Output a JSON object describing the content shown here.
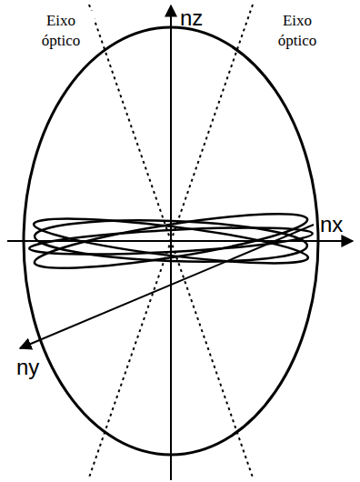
{
  "diagram": {
    "labels": [
      "Eixo óptico",
      "Eixo óptico",
      "nz",
      "nx",
      "ny"
    ]
  }
}
